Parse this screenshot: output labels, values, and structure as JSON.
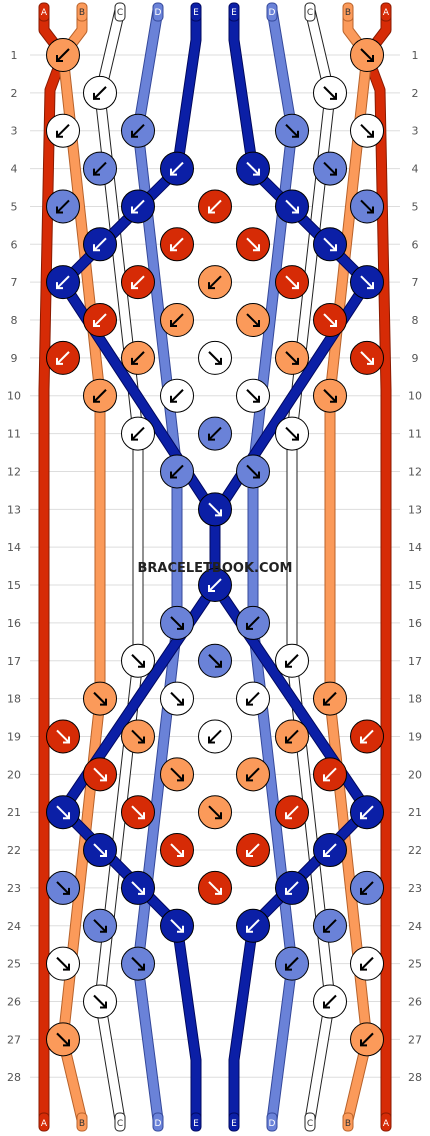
{
  "watermark": "BRACELETBOOK.COM",
  "colors": {
    "A": "#d62b06",
    "B": "#fb9a5a",
    "C": "#ffffff",
    "D": "#6a82d8",
    "E": "#0b1fa6"
  },
  "top_labels": [
    "A",
    "B",
    "C",
    "D",
    "E",
    "E",
    "D",
    "C",
    "B",
    "A"
  ],
  "bottom_labels": [
    "A",
    "B",
    "C",
    "D",
    "E",
    "E",
    "D",
    "C",
    "B",
    "A"
  ],
  "rows": [
    "1",
    "2",
    "3",
    "4",
    "5",
    "6",
    "7",
    "8",
    "9",
    "10",
    "11",
    "12",
    "13",
    "14",
    "15",
    "16",
    "17",
    "18",
    "19",
    "20",
    "21",
    "22",
    "23",
    "24",
    "25",
    "26",
    "27",
    "28"
  ],
  "knots": {
    "1": [
      {
        "c": "B",
        "d": "BL"
      },
      {
        "c": "B",
        "d": "BR"
      }
    ],
    "2": [
      {
        "c": "C",
        "d": "BL"
      },
      {
        "c": "C",
        "d": "BR"
      }
    ],
    "3": [
      {
        "c": "C",
        "d": "BL"
      },
      {
        "c": "D",
        "d": "BL"
      },
      {
        "c": "D",
        "d": "BR"
      },
      {
        "c": "C",
        "d": "BR"
      }
    ],
    "4": [
      {
        "c": "D",
        "d": "BL"
      },
      {
        "c": "E",
        "d": "BL"
      },
      {
        "c": "E",
        "d": "BR"
      },
      {
        "c": "D",
        "d": "BR"
      }
    ],
    "5": [
      {
        "c": "D",
        "d": "BL"
      },
      {
        "c": "E",
        "d": "BL"
      },
      {
        "c": "A",
        "d": "BL"
      },
      {
        "c": "E",
        "d": "BR"
      },
      {
        "c": "D",
        "d": "BR"
      }
    ],
    "6": [
      {
        "c": "E",
        "d": "BL"
      },
      {
        "c": "A",
        "d": "BL"
      },
      {
        "c": "A",
        "d": "BR"
      },
      {
        "c": "E",
        "d": "BR"
      }
    ],
    "7": [
      {
        "c": "E",
        "d": "BL"
      },
      {
        "c": "A",
        "d": "BL"
      },
      {
        "c": "B",
        "d": "BL"
      },
      {
        "c": "A",
        "d": "BR"
      },
      {
        "c": "E",
        "d": "BR"
      }
    ],
    "8": [
      {
        "c": "A",
        "d": "BL"
      },
      {
        "c": "B",
        "d": "BL"
      },
      {
        "c": "B",
        "d": "BR"
      },
      {
        "c": "A",
        "d": "BR"
      }
    ],
    "9": [
      {
        "c": "A",
        "d": "BL"
      },
      {
        "c": "B",
        "d": "BL"
      },
      {
        "c": "C",
        "d": "BR"
      },
      {
        "c": "B",
        "d": "BR"
      },
      {
        "c": "A",
        "d": "BR"
      }
    ],
    "10": [
      {
        "c": "B",
        "d": "BL"
      },
      {
        "c": "C",
        "d": "BL"
      },
      {
        "c": "C",
        "d": "BR"
      },
      {
        "c": "B",
        "d": "BR"
      }
    ],
    "11": [
      {
        "c": "C",
        "d": "BL"
      },
      {
        "c": "D",
        "d": "BL"
      },
      {
        "c": "C",
        "d": "BR"
      }
    ],
    "12": [
      {
        "c": "D",
        "d": "BL"
      },
      {
        "c": "D",
        "d": "BR"
      }
    ],
    "13": [
      {
        "c": "E",
        "d": "BR"
      }
    ],
    "14": [],
    "15": [
      {
        "c": "E",
        "d": "BL"
      }
    ],
    "16": [
      {
        "c": "D",
        "d": "BR"
      },
      {
        "c": "D",
        "d": "BL"
      }
    ],
    "17": [
      {
        "c": "C",
        "d": "BR"
      },
      {
        "c": "D",
        "d": "BR"
      },
      {
        "c": "C",
        "d": "BL"
      }
    ],
    "18": [
      {
        "c": "B",
        "d": "BR"
      },
      {
        "c": "C",
        "d": "BR"
      },
      {
        "c": "C",
        "d": "BL"
      },
      {
        "c": "B",
        "d": "BL"
      }
    ],
    "19": [
      {
        "c": "A",
        "d": "BR"
      },
      {
        "c": "B",
        "d": "BR"
      },
      {
        "c": "C",
        "d": "BL"
      },
      {
        "c": "B",
        "d": "BL"
      },
      {
        "c": "A",
        "d": "BL"
      }
    ],
    "20": [
      {
        "c": "A",
        "d": "BR"
      },
      {
        "c": "B",
        "d": "BR"
      },
      {
        "c": "B",
        "d": "BL"
      },
      {
        "c": "A",
        "d": "BL"
      }
    ],
    "21": [
      {
        "c": "E",
        "d": "BR"
      },
      {
        "c": "A",
        "d": "BR"
      },
      {
        "c": "B",
        "d": "BR"
      },
      {
        "c": "A",
        "d": "BL"
      },
      {
        "c": "E",
        "d": "BL"
      }
    ],
    "22": [
      {
        "c": "E",
        "d": "BR"
      },
      {
        "c": "A",
        "d": "BR"
      },
      {
        "c": "A",
        "d": "BL"
      },
      {
        "c": "E",
        "d": "BL"
      }
    ],
    "23": [
      {
        "c": "D",
        "d": "BR"
      },
      {
        "c": "E",
        "d": "BR"
      },
      {
        "c": "A",
        "d": "BR"
      },
      {
        "c": "E",
        "d": "BL"
      },
      {
        "c": "D",
        "d": "BL"
      }
    ],
    "24": [
      {
        "c": "D",
        "d": "BR"
      },
      {
        "c": "E",
        "d": "BR"
      },
      {
        "c": "E",
        "d": "BL"
      },
      {
        "c": "D",
        "d": "BL"
      }
    ],
    "25": [
      {
        "c": "C",
        "d": "BR"
      },
      {
        "c": "D",
        "d": "BR"
      },
      {
        "c": "D",
        "d": "BL"
      },
      {
        "c": "C",
        "d": "BL"
      }
    ],
    "26": [
      {
        "c": "C",
        "d": "BR"
      },
      {
        "c": "C",
        "d": "BL"
      }
    ],
    "27": [
      {
        "c": "B",
        "d": "BR"
      },
      {
        "c": "B",
        "d": "BL"
      }
    ],
    "28": []
  }
}
